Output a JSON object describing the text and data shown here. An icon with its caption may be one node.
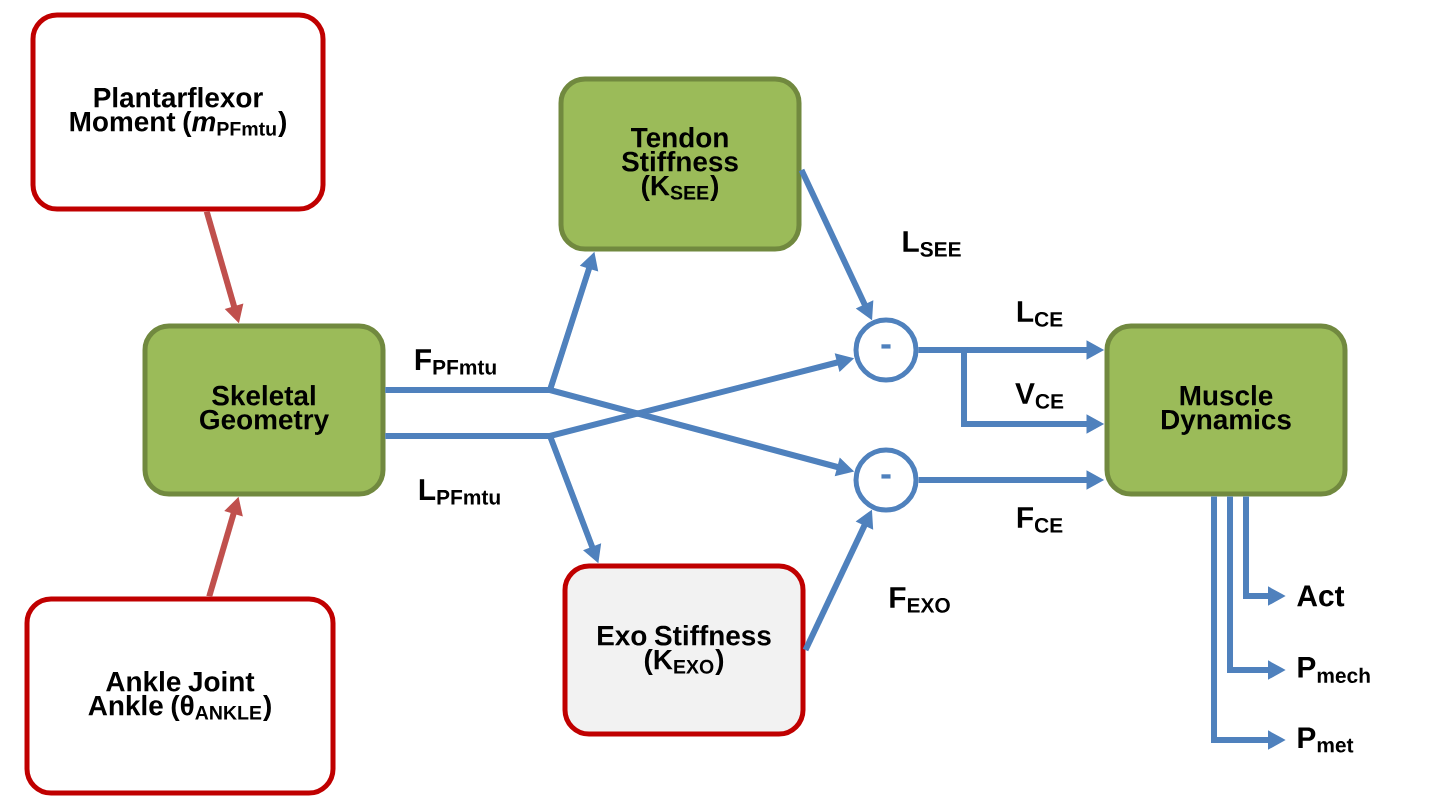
{
  "diagram": {
    "nodes": [
      {
        "text": [
          "Plantarflexor Moment (*m*$_{PFmtu}$)"
        ]
      },
      {
        "text": [
          "Skeletal Geometry"
        ]
      },
      {
        "text": [
          "Ankle Joint Ankle (θ$_{ANKLE}$)"
        ]
      },
      {
        "text": [
          "Tendon Stiffness (K$_{SEE}$)"
        ]
      },
      {
        "text": [
          "Exo Stiffness (K$_{EXO}$)"
        ]
      },
      {
        "text": [
          "-"
        ]
      },
      {
        "text": [
          "-"
        ]
      },
      {
        "text": [
          "Muscle Dynamics"
        ]
      },
      {
        "text": [
          "Act"
        ]
      },
      {
        "text": [
          "P$_{mech}$"
        ]
      },
      {
        "text": [
          "P$_{met}$"
        ]
      }
    ],
    "edges": [
      {
        "from": 0,
        "to": 1,
        "arrow": "to",
        "color": "#c0504d"
      },
      {
        "from": 2,
        "to": 1,
        "arrow": "to",
        "color": "#c0504d"
      },
      {
        "from": 1,
        "to": 3,
        "arrow": "to",
        "label": "F$_{PFmtu}$"
      },
      {
        "from": 1,
        "to": 6,
        "arrow": "to"
      },
      {
        "from": 1,
        "to": 4,
        "arrow": "to",
        "label": "L$_{PFmtu}$"
      },
      {
        "from": 1,
        "to": 5,
        "arrow": "to"
      },
      {
        "from": 3,
        "to": 5,
        "arrow": "to",
        "label": "L$_{SEE}$"
      },
      {
        "from": 4,
        "to": 6,
        "arrow": "to",
        "label": "F$_{EXO}$"
      },
      {
        "from": 5,
        "to": 7,
        "arrow": "to",
        "label": "L$_{CE}$"
      },
      {
        "from": 5,
        "to": 7,
        "arrow": "to",
        "label": "V$_{CE}$"
      },
      {
        "from": 6,
        "to": 7,
        "arrow": "to",
        "label": "F$_{CE}$"
      },
      {
        "from": 7,
        "to": 8,
        "arrow": "to"
      },
      {
        "from": 7,
        "to": 9,
        "arrow": "to"
      },
      {
        "from": 7,
        "to": 10,
        "arrow": "to"
      }
    ]
  }
}
